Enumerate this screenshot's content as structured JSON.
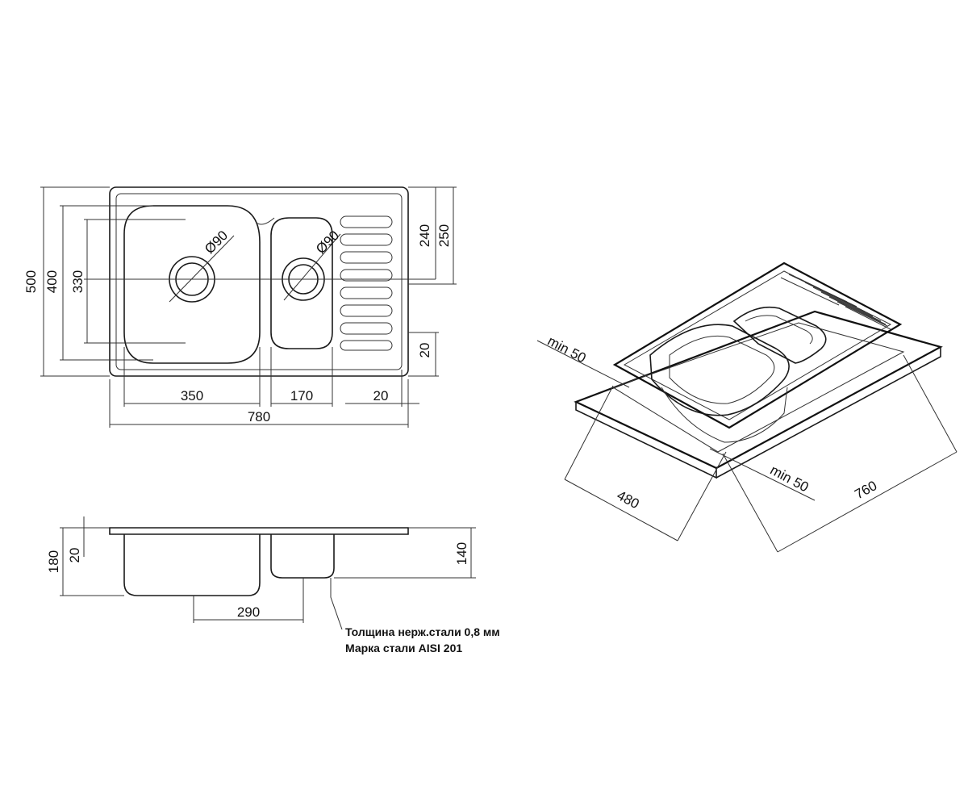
{
  "top_view": {
    "total_width": "780",
    "total_height": "500",
    "dim_400": "400",
    "dim_330": "330",
    "dim_240": "240",
    "dim_250": "250",
    "dim_20_right": "20",
    "dim_350": "350",
    "dim_170": "170",
    "dim_20_bottom": "20",
    "drain_left": "Ø90",
    "drain_right": "Ø90"
  },
  "side_view": {
    "dim_180": "180",
    "dim_20": "20",
    "dim_140": "140",
    "dim_290": "290"
  },
  "notes": {
    "line1": "Толщина нерж.стали 0,8 мм",
    "line2": "Марка стали AISI 201"
  },
  "iso_view": {
    "min_top": "min 50",
    "min_side": "min 50",
    "dim_480": "480",
    "dim_760": "760"
  }
}
